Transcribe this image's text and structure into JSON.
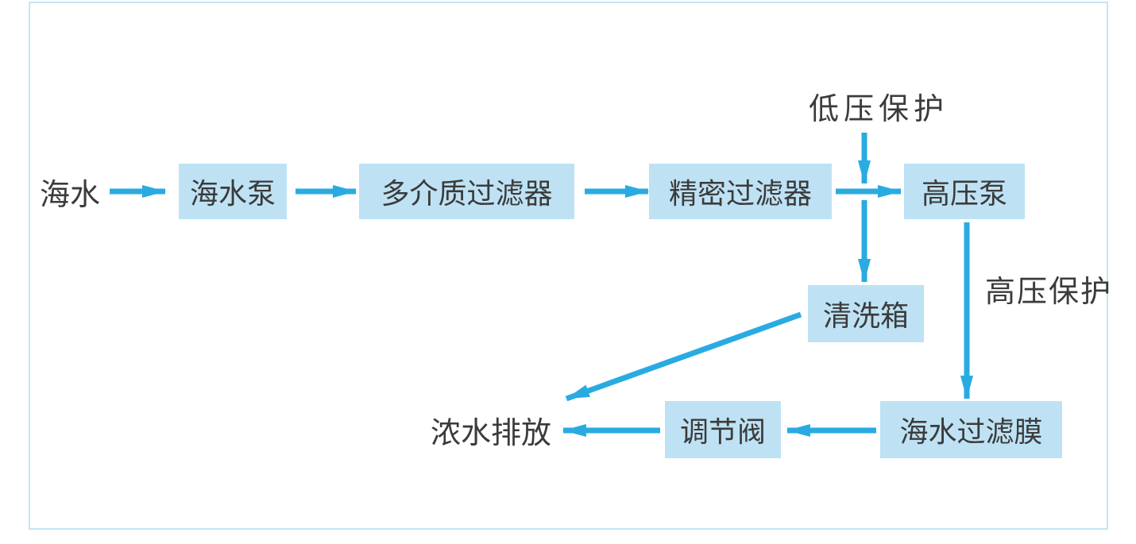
{
  "diagram": {
    "description": "Seawater reverse-osmosis treatment process flowchart",
    "colors": {
      "arrow": "#29abe2",
      "node_fill": "#bee2f4",
      "frame_border": "#c3e6f4",
      "text": "#3b3b3b",
      "background": "#ffffff"
    },
    "nodes": {
      "seawater": {
        "label": "海水",
        "type": "text"
      },
      "seawater_pump": {
        "label": "海水泵",
        "type": "box"
      },
      "multimedia_filter": {
        "label": "多介质过滤器",
        "type": "box"
      },
      "precision_filter": {
        "label": "精密过滤器",
        "type": "box"
      },
      "high_pressure_pump": {
        "label": "高压泵",
        "type": "box"
      },
      "low_pressure_protection": {
        "label": "低压保护",
        "type": "text"
      },
      "high_pressure_protection": {
        "label": "高压保护",
        "type": "text"
      },
      "cleaning_tank": {
        "label": "清洗箱",
        "type": "box"
      },
      "seawater_filter_membrane": {
        "label": "海水过滤膜",
        "type": "box"
      },
      "regulating_valve": {
        "label": "调节阀",
        "type": "box"
      },
      "concentrate_discharge": {
        "label": "浓水排放",
        "type": "text"
      }
    },
    "edges": [
      {
        "from": "seawater",
        "to": "seawater_pump"
      },
      {
        "from": "seawater_pump",
        "to": "multimedia_filter"
      },
      {
        "from": "multimedia_filter",
        "to": "precision_filter"
      },
      {
        "from": "precision_filter",
        "to": "high_pressure_pump"
      },
      {
        "from": "low_pressure_protection",
        "to": "precision_filter_to_high_pressure_pump_junction"
      },
      {
        "from": "precision_filter_to_high_pressure_pump_junction",
        "to": "cleaning_tank"
      },
      {
        "from": "high_pressure_pump",
        "to": "seawater_filter_membrane",
        "label": "高压保护"
      },
      {
        "from": "seawater_filter_membrane",
        "to": "regulating_valve"
      },
      {
        "from": "regulating_valve",
        "to": "concentrate_discharge"
      },
      {
        "from": "cleaning_tank",
        "to": "concentrate_discharge"
      }
    ]
  }
}
